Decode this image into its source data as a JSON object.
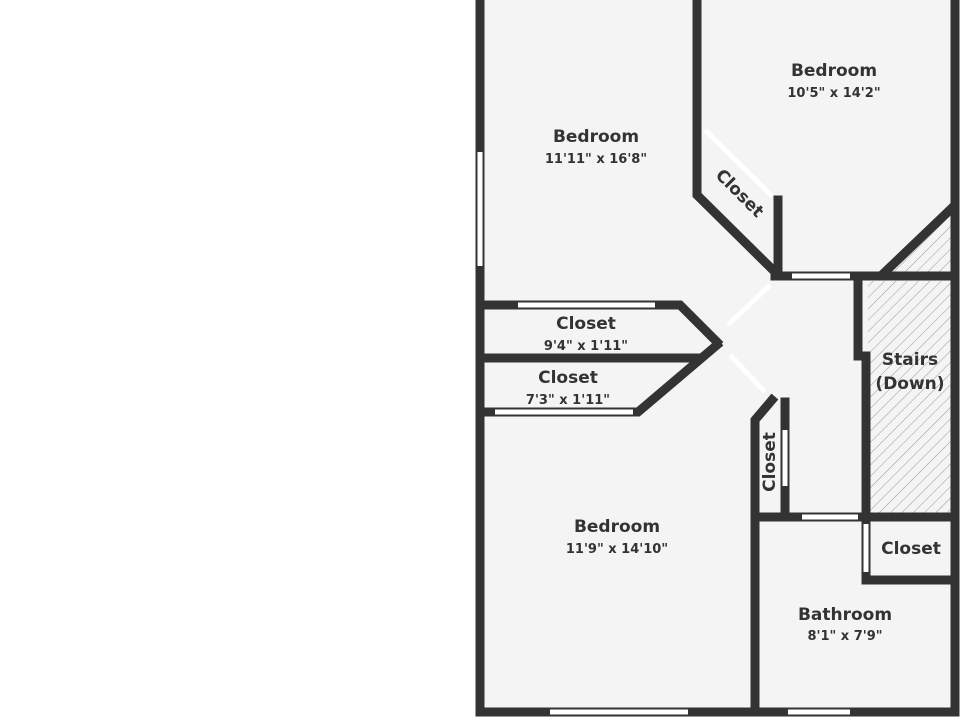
{
  "rooms": [
    {
      "name": "Bedroom",
      "dims": "11'11\" x 16'8\""
    },
    {
      "name": "Bedroom",
      "dims": "10'5\" x 14'2\""
    },
    {
      "name": "Closet"
    },
    {
      "name": "Closet",
      "dims": "9'4\" x 1'11\""
    },
    {
      "name": "Closet",
      "dims": "7'3\" x 1'11\""
    },
    {
      "name": "Stairs",
      "name2": "(Down)"
    },
    {
      "name": "Closet"
    },
    {
      "name": "Bedroom",
      "dims": "11'9\" x 14'10\""
    },
    {
      "name": "Closet"
    },
    {
      "name": "Bathroom",
      "dims": "8'1\" x 7'9\""
    }
  ],
  "colors": {
    "wall": "#333333",
    "floor": "#f4f4f4"
  }
}
